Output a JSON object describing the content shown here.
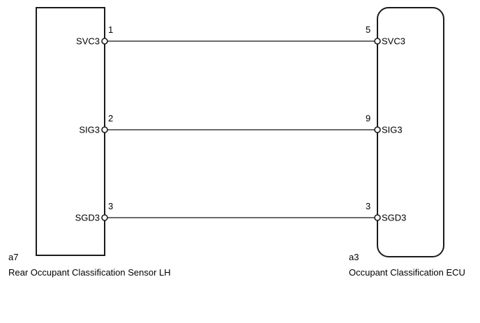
{
  "diagram": {
    "type": "wiring-diagram",
    "background_color": "#ffffff",
    "line_color": "#1a1a1a",
    "text_color": "#000000",
    "connectors": [
      {
        "id": "left",
        "code": "a7",
        "name": "Rear Occupant Classification Sensor LH",
        "shape": "rectangle",
        "pins": [
          {
            "number": "1",
            "label": "SVC3"
          },
          {
            "number": "2",
            "label": "SIG3"
          },
          {
            "number": "3",
            "label": "SGD3"
          }
        ]
      },
      {
        "id": "right",
        "code": "a3",
        "name": "Occupant Classification ECU",
        "shape": "rounded-rectangle",
        "pins": [
          {
            "number": "5",
            "label": "SVC3"
          },
          {
            "number": "9",
            "label": "SIG3"
          },
          {
            "number": "3",
            "label": "SGD3"
          }
        ]
      }
    ],
    "wires": [
      {
        "id": "wire-svc3",
        "from": "a7-1",
        "to": "a3-5",
        "signal": "SVC3"
      },
      {
        "id": "wire-sig3",
        "from": "a7-2",
        "to": "a3-9",
        "signal": "SIG3"
      },
      {
        "id": "wire-sgd3",
        "from": "a7-3",
        "to": "a3-3",
        "signal": "SGD3"
      }
    ]
  }
}
